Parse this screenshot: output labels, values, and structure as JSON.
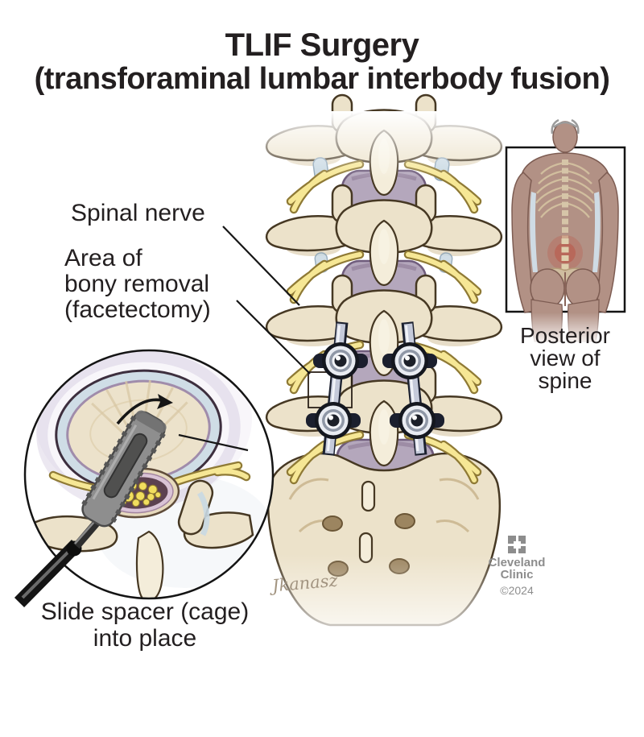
{
  "title": {
    "line1": "TLIF Surgery",
    "line2": "(transforaminal lumbar interbody fusion)"
  },
  "callouts": {
    "spinal_nerve": "Spinal nerve",
    "bony_removal": [
      "Area of",
      "bony removal",
      "(facetectomy)"
    ],
    "slide_spacer": [
      "Slide spacer (cage)",
      "into place"
    ],
    "posterior_view": [
      "Posterior",
      "view of",
      "spine"
    ]
  },
  "branding": {
    "name_line1": "Cleveland",
    "name_line2": "Clinic",
    "copyright": "©2024"
  },
  "signature": "Jkanasz",
  "icons": {
    "logo": "cleveland-clinic-square-logo"
  },
  "palette": {
    "text": "#231f20",
    "brand_gray": "#8d8d8d",
    "bone": "#ece2ca",
    "bone_outline": "#463823",
    "disc_purple": "#b4a7bc",
    "nerve_yellow": "#f6e795",
    "rod_steel": "#c5cada",
    "ligament_blue": "#c9d9e3",
    "skin": "#b29185",
    "highlight_red": "#c13a2a",
    "signature_gray": "#a29480"
  }
}
